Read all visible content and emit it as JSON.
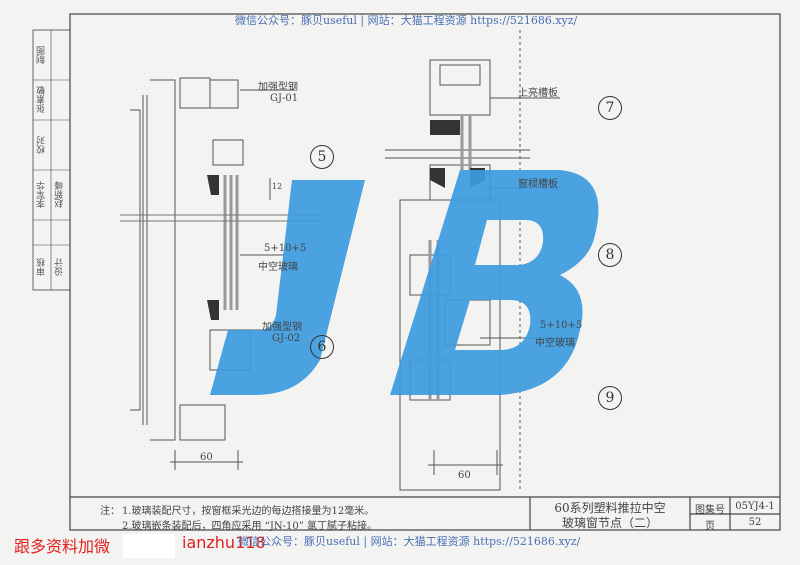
{
  "watermark_top": "微信公众号：豚贝useful | 网站：大猫工程资源 https://521686.xyz/",
  "watermark_bottom": "微信公众号：豚贝useful | 网站：大猫工程资源 https://521686.xyz/",
  "promo": {
    "text": "跟多资料加微",
    "handle": "ianzhu118",
    "color": "#e02020"
  },
  "logo": {
    "text": "JB",
    "color": "#3d9be0"
  },
  "signature_strip": [
    "审核",
    "李军华",
    "校对",
    "张素敏",
    "设计",
    "赵新峰",
    "制图"
  ],
  "labels": {
    "reinforce_1": "加强型钢",
    "reinforce_1_code": "GJ-01",
    "glass_1": "5+10+5",
    "glass_1_name": "中空玻璃",
    "reinforce_2": "加强型钢",
    "reinforce_2_code": "GJ-02",
    "dim_12": "12",
    "dim_60_left": "60",
    "top_slot": "上亮槽板",
    "sash_slot": "窗棂槽板",
    "glass_2": "5+10+5",
    "glass_2_name": "中空玻璃",
    "dim_60_right": "60"
  },
  "detail_markers": [
    "5",
    "6",
    "7",
    "8",
    "9"
  ],
  "notes": {
    "prefix": "注：",
    "items": [
      "1.玻璃装配尺寸，按窗框采光边的每边搭接量为12毫米。",
      "2.玻璃嵌条装配后，四角应采用 “JN-10” 氯丁腻子粘接。"
    ]
  },
  "title_block": {
    "title_line1": "60系列塑料推拉中空",
    "title_line2": "玻璃窗节点（二）",
    "atlas_label": "图集号",
    "atlas_value": "05YJ4-1",
    "page_label": "页",
    "page_value": "52"
  }
}
